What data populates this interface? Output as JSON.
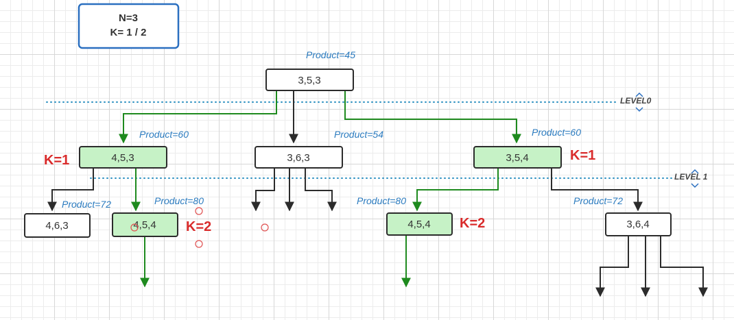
{
  "info_box": {
    "line1": "N=3",
    "line2": "K= 1 / 2"
  },
  "levels": [
    "LEVEL0",
    "LEVEL 1"
  ],
  "nodes": {
    "root": "3,5,3",
    "l1_left": "4,5,3",
    "l1_mid": "3,6,3",
    "l1_right": "3,5,4",
    "l2_a": "4,6,3",
    "l2_b": "4,5,4",
    "l2_c": "4,5,4",
    "l2_d": "3,6,4"
  },
  "products": {
    "root": "Product=45",
    "l1_left": "Product=60",
    "l1_mid": "Product=54",
    "l1_right": "Product=60",
    "l2_a": "Product=72",
    "l2_b": "Product=80",
    "l2_c": "Product=80",
    "l2_d": "Product=72"
  },
  "k_labels": {
    "l1_left": "K=1",
    "l1_right": "K=1",
    "l2_b": "K=2",
    "l2_c": "K=2"
  },
  "colors": {
    "highlight_fill": "#c6f2c6",
    "highlight_edge": "#1e8a1e",
    "normal_edge": "#2b2b2b",
    "product_text": "#2b7bbf",
    "k_text": "#d92b2b",
    "info_border": "#2a6fc0",
    "level_line": "#2a8fc0"
  }
}
